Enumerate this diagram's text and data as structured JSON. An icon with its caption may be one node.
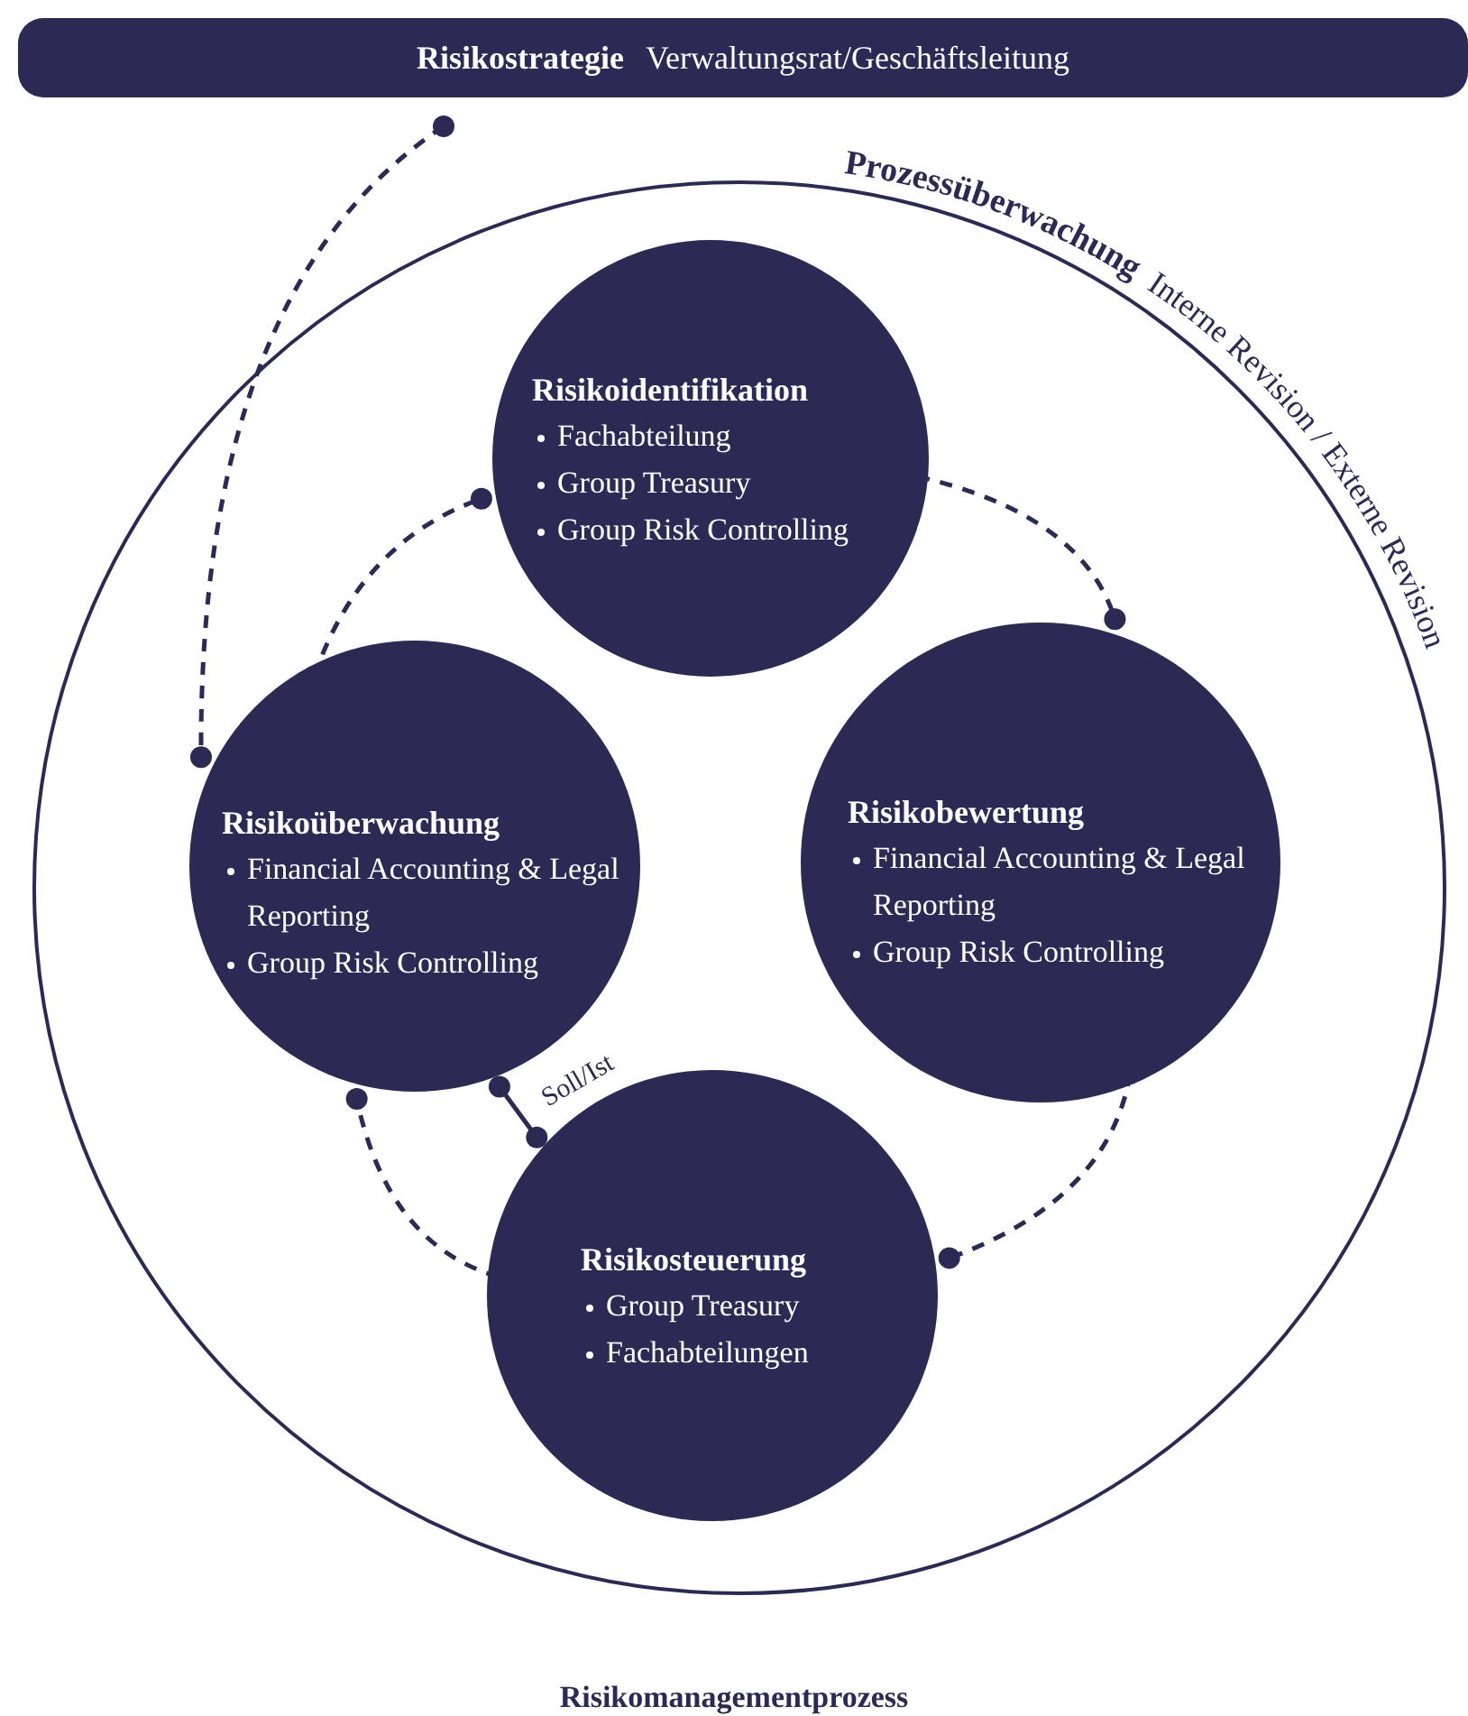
{
  "diagram": {
    "caption": "Risikomanagementprozess",
    "nodes": [
      {
        "text": [
          "Risikostrategie",
          "Verwaltungsrat/Geschäftsleitung"
        ]
      },
      {
        "text": [
          "Prozessüberwachung",
          "Interne Revision / Externe Revision"
        ]
      },
      {
        "text": [
          "Risikoidentifikation",
          "Fachabteilung",
          "Group Treasury",
          "Group Risk Controlling"
        ],
        "in": 1
      },
      {
        "text": [
          "Risikoüberwachung",
          "Financial Accounting & Legal Reporting",
          "Group Risk Controlling"
        ],
        "in": 1
      },
      {
        "text": [
          "Risikobewertung",
          "Financial Accounting & Legal Reporting",
          "Group Risk Controlling"
        ],
        "in": 1
      },
      {
        "text": [
          "Risikosteuerung",
          "Group Treasury",
          "Fachabteilungen"
        ],
        "in": 1
      }
    ],
    "edges": [
      {
        "from": 2,
        "to": 4,
        "arrow": "other",
        "style": "dashed"
      },
      {
        "from": 4,
        "to": 5,
        "arrow": "other",
        "style": "dashed"
      },
      {
        "from": 5,
        "to": 3,
        "arrow": "other",
        "style": "dashed"
      },
      {
        "from": 3,
        "to": 2,
        "arrow": "other",
        "style": "dashed"
      },
      {
        "from": 3,
        "to": 5,
        "arrow": "other",
        "label": "Soll/Ist"
      },
      {
        "from": 0,
        "to": 3,
        "arrow": "other",
        "style": "dashed"
      }
    ]
  }
}
